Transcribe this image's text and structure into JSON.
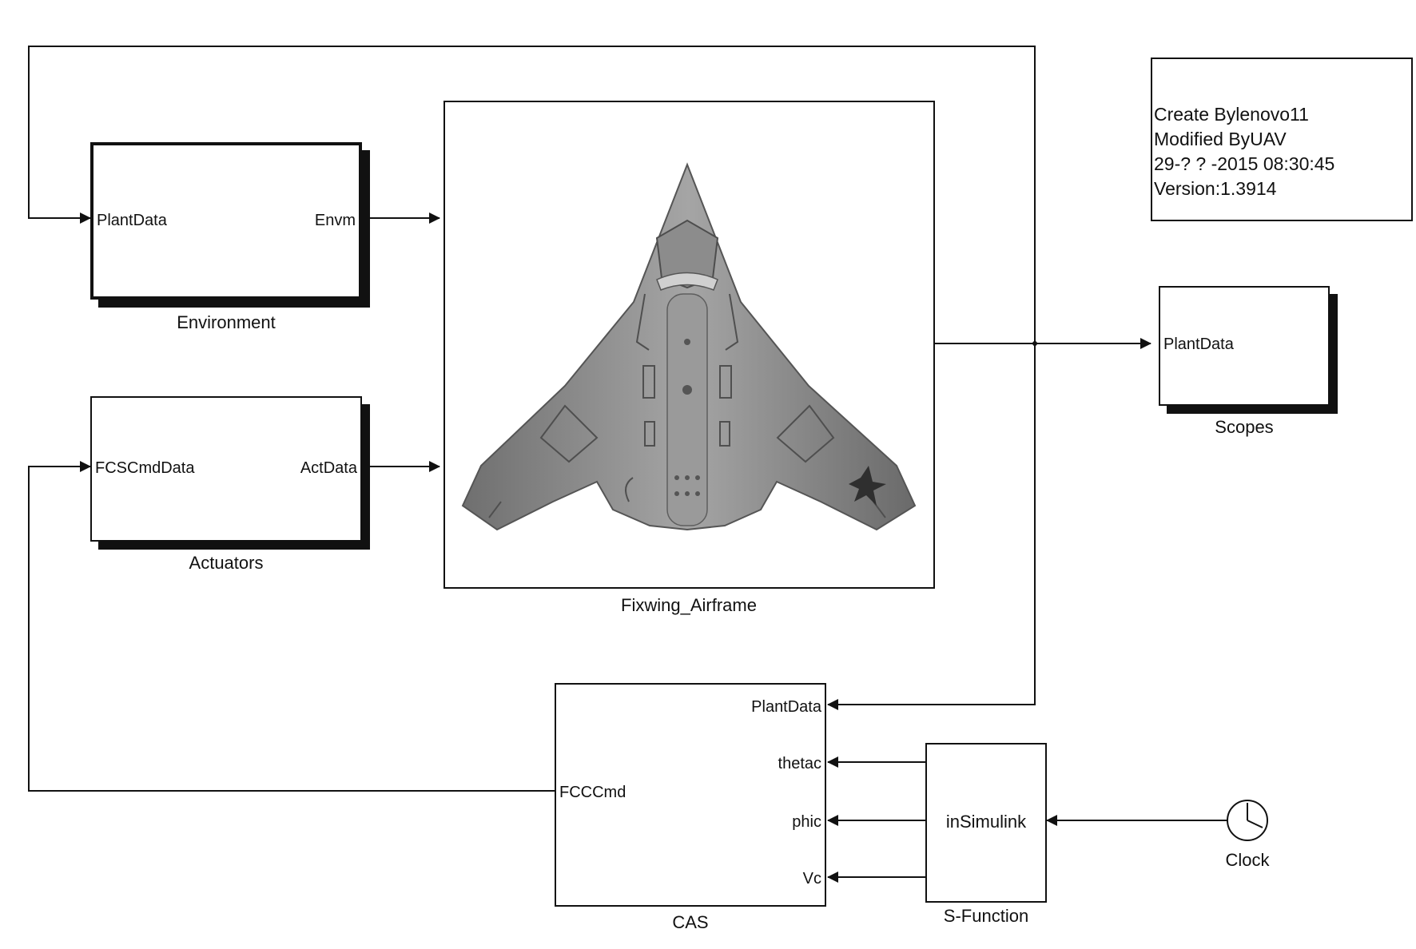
{
  "blocks": {
    "environment": {
      "label": "Environment",
      "in_port": "PlantData",
      "out_port": "Envm"
    },
    "actuators": {
      "label": "Actuators",
      "in_port": "FCSCmdData",
      "out_port": "ActData"
    },
    "airframe": {
      "label": "Fixwing_Airframe"
    },
    "scopes": {
      "label": "Scopes",
      "in_port": "PlantData"
    },
    "cas": {
      "label": "CAS",
      "in_ports": [
        "PlantData",
        "thetac",
        "phic",
        "Vc"
      ],
      "out_port": "FCCCmd"
    },
    "sfunction": {
      "label": "S-Function",
      "body": "inSimulink"
    },
    "clock": {
      "label": "Clock"
    }
  },
  "info": {
    "line1": "Create Bylenovo11",
    "line2": "Modified ByUAV",
    "line3": "29-? ? -2015 08:30:45",
    "line4": "Version:1.3914"
  },
  "icons": [
    "uav-airframe-icon",
    "clock-icon",
    "arrowhead-icon"
  ],
  "colors": {
    "line": "#111111",
    "background": "#ffffff",
    "airframe_body": "#8a8a8a"
  }
}
